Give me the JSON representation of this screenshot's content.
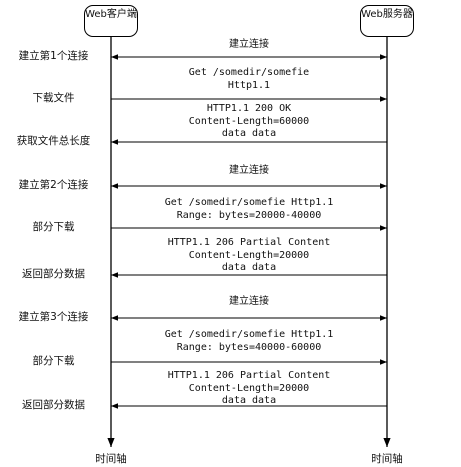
{
  "actors": {
    "client": "Web客户端",
    "server": "Web服务器"
  },
  "axis_label": "时间轴",
  "steps": [
    {
      "label": "建立第1个连接",
      "message": [
        "建立连接"
      ],
      "direction": "both"
    },
    {
      "label": "下载文件",
      "message": [
        "Get /somedir/somefie",
        "Http1.1"
      ],
      "direction": "to-server"
    },
    {
      "label": "获取文件总长度",
      "message": [
        "HTTP1.1 200 OK",
        "Content-Length=60000",
        "data data"
      ],
      "direction": "to-client"
    },
    {
      "label": "建立第2个连接",
      "message": [
        "建立连接"
      ],
      "direction": "both"
    },
    {
      "label": "部分下载",
      "message": [
        "Get /somedir/somefie Http1.1",
        "Range: bytes=20000-40000"
      ],
      "direction": "to-server"
    },
    {
      "label": "返回部分数据",
      "message": [
        "HTTP1.1 206 Partial Content",
        "Content-Length=20000",
        "data data"
      ],
      "direction": "to-client"
    },
    {
      "label": "建立第3个连接",
      "message": [
        "建立连接"
      ],
      "direction": "both"
    },
    {
      "label": "部分下载",
      "message": [
        "Get /somedir/somefie Http1.1",
        "Range: bytes=40000-60000"
      ],
      "direction": "to-server"
    },
    {
      "label": "返回部分数据",
      "message": [
        "HTTP1.1 206 Partial Content",
        "Content-Length=20000",
        "data data"
      ],
      "direction": "to-client"
    }
  ]
}
